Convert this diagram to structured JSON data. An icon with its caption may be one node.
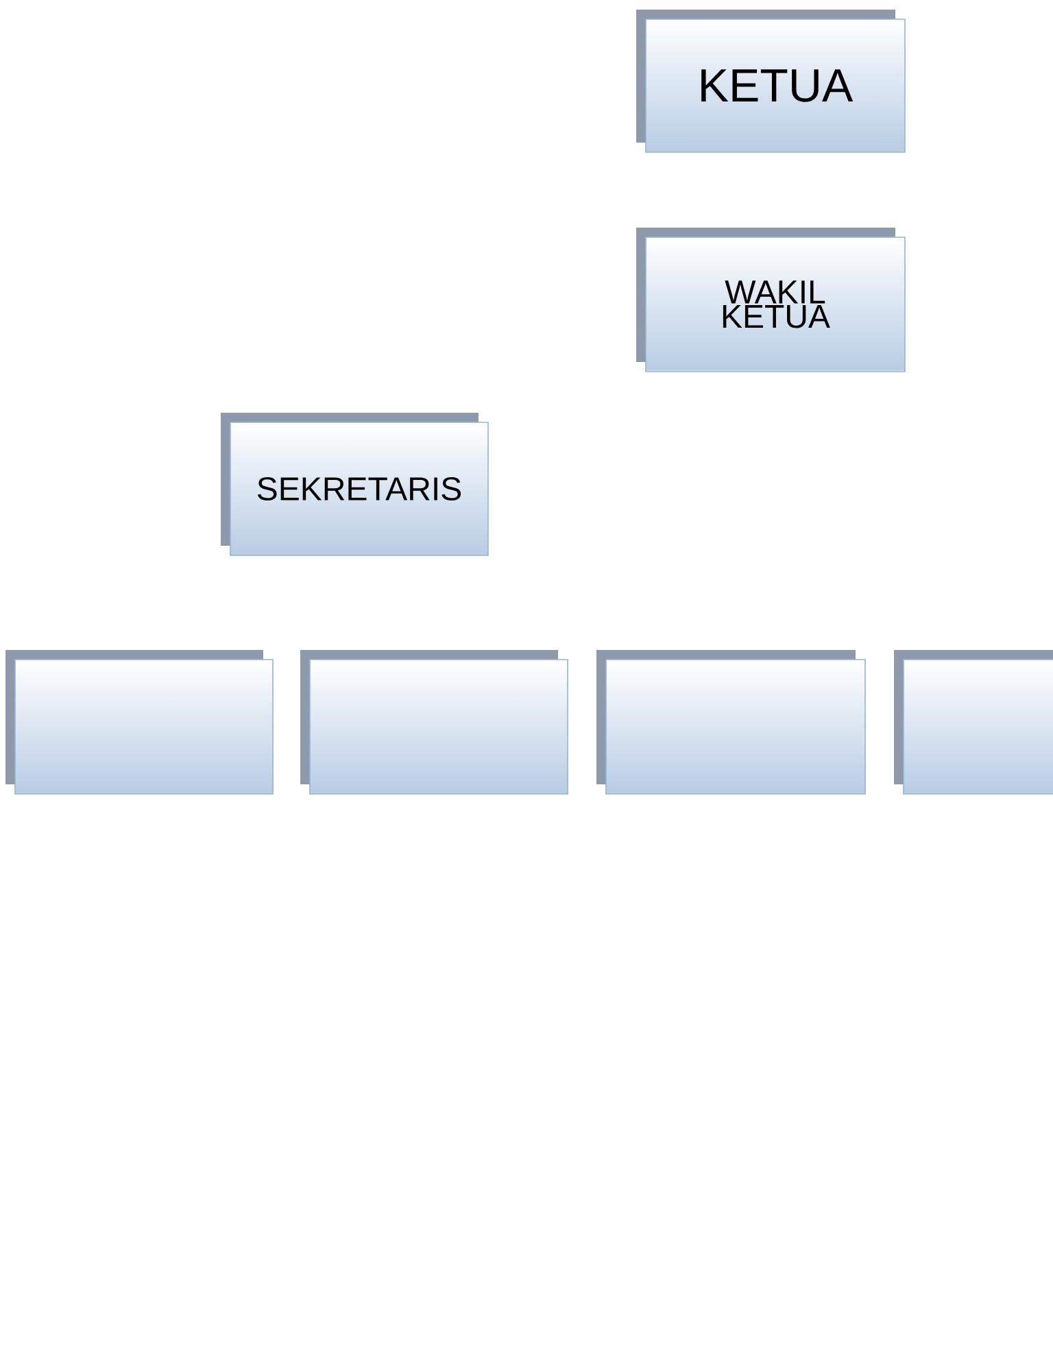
{
  "diagram": {
    "nodes": [
      {
        "text": [
          "KETUA"
        ]
      },
      {
        "text": [
          "WAKIL KETUA"
        ]
      },
      {
        "text": [
          "SEKRETARIS"
        ]
      },
      {
        "text": [],
        "shape": "box"
      },
      {
        "text": [],
        "shape": "box"
      },
      {
        "text": [],
        "shape": "box"
      },
      {
        "text": [],
        "shape": "box"
      }
    ]
  }
}
